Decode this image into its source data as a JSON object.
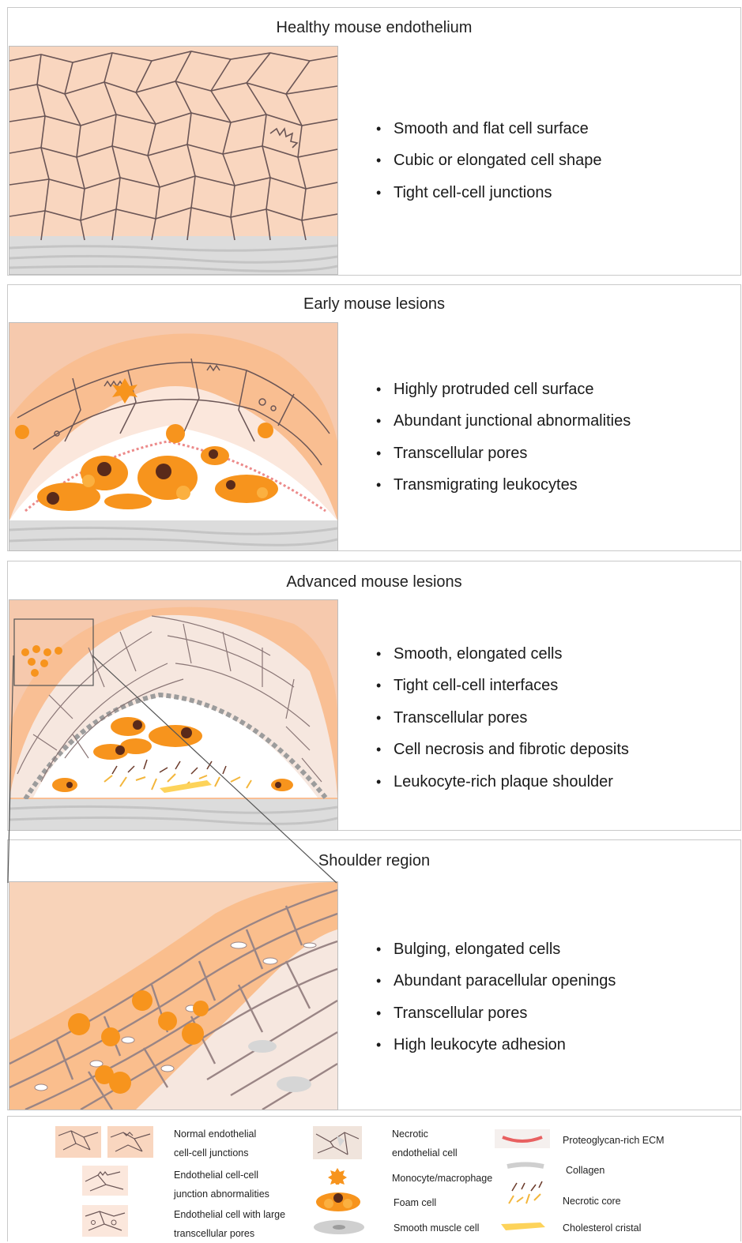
{
  "panels": [
    {
      "title": "Healthy mouse endothelium",
      "bullets": [
        "Smooth and flat cell surface",
        "Cubic or elongated cell shape",
        "Tight cell-cell junctions"
      ]
    },
    {
      "title": "Early mouse lesions",
      "bullets": [
        "Highly protruded cell surface",
        "Abundant junctional abnormalities",
        "Transcellular pores",
        "Transmigrating leukocytes"
      ]
    },
    {
      "title": "Advanced mouse lesions",
      "bullets": [
        "Smooth, elongated cells",
        "Tight cell-cell interfaces",
        "Transcellular pores",
        "Cell necrosis and fibrotic deposits",
        "Leukocyte-rich plaque shoulder"
      ]
    },
    {
      "title": "Shoulder region",
      "bullets": [
        "Bulging, elongated cells",
        "Abundant paracellular openings",
        "Transcellular pores",
        "High leukocyte adhesion"
      ]
    }
  ],
  "legend": {
    "normal_junctions": "Normal endothelial\ncell-cell junctions",
    "junction_abnormalities": "Endothelial cell-cell\njunction abnormalities",
    "transcellular_pores": "Endothelial cell with large\ntranscellular pores",
    "necrotic_cell": "Necrotic\nendothelial cell",
    "monocyte": "Monocyte/macrophage",
    "foam_cell": "Foam cell",
    "smooth_muscle": "Smooth muscle cell",
    "proteoglycan": "Proteoglycan-rich ECM",
    "collagen": "Collagen",
    "necrotic_core": "Necrotic core",
    "cholesterol": "Cholesterol cristal"
  },
  "colors": {
    "endothelium": "#f9d6bf",
    "junction_line": "#6b5656",
    "leukocyte": "#f7941d",
    "foam_cell": "#f7941d",
    "nucleus": "#5a2a1a",
    "media_grey": "#d9d9d9",
    "proteoglycan": "#e86060"
  }
}
